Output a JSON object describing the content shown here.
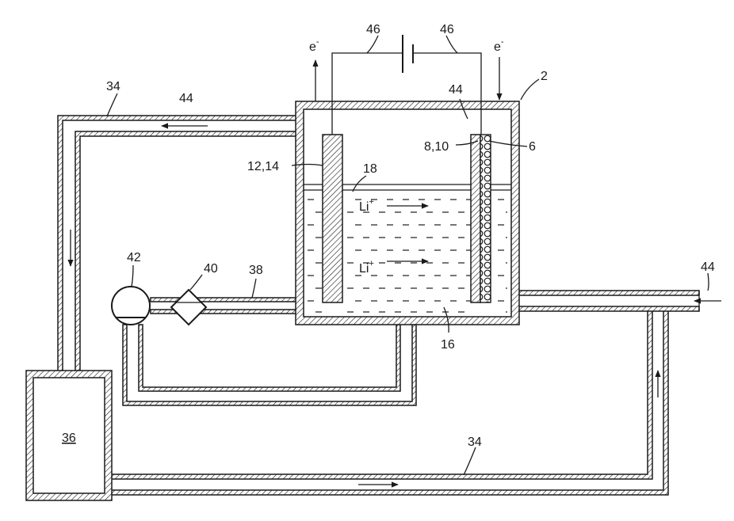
{
  "labels": {
    "electron_left": "e",
    "electron_right": "e",
    "electron_sup": "-",
    "power_left": "46",
    "power_right": "46",
    "cell": "2",
    "gas_space": "44",
    "cathode_ref": "8,10",
    "cathode_layer": "6",
    "anode": "12,14",
    "electrolyte_surface": "18",
    "ion_top": "Li",
    "ion_bottom": "Li",
    "ion_sup": "+",
    "electrolyte": "16",
    "pipe_top": "34",
    "flow_top": "44",
    "pump": "42",
    "filter": "40",
    "line_38": "38",
    "inlet": "44",
    "pipe_bottom": "34",
    "tank": "36"
  }
}
